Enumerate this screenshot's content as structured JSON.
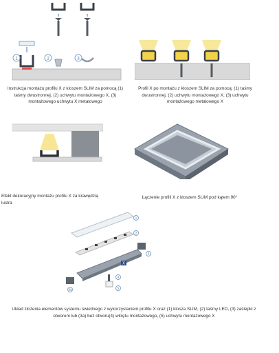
{
  "captions": {
    "c1": "Instrukcja montażu profilu X z kloszem SLIM za pomocą (1) taśmy dwustronnej, (2) uchwytu montażowego X, (3) montażowego uchwytu X metalowego",
    "c2": "Profil X po montażu z kloszem SLIM za pomocą: (1) taśmy dwustronnej, (2) uchwytu montażowego X, (3) uchwytu montażowego metalowego X",
    "c3": "Efekt dekoracyjny montażu profilu X za krawędzią lustra",
    "c4": "Łączenie profili X z kloszem SLIM pod kątem 90°",
    "c5": "Układ złożenia elementów systemu świetlnego  z wykorzystaniem profilu X oraz (1) klosza SLIM, (2) taśmy LED, (3) zaślepki z otworem lub (3a) bez otworu(4) wkrętu montażowego, (5) uchwytu montażowego X"
  },
  "labels": {
    "step1": "1",
    "step2": "2",
    "step3": "3",
    "exploded": [
      "1",
      "2",
      "3",
      "3a",
      "4",
      "5"
    ],
    "profile_mark": "X"
  },
  "colors": {
    "surface": "#d9d9d9",
    "profile": "#3a4048",
    "led_glow": "#f2d44a",
    "screw": "#555a60",
    "arrow": "#7fa6c8",
    "tape": "#e05050"
  }
}
